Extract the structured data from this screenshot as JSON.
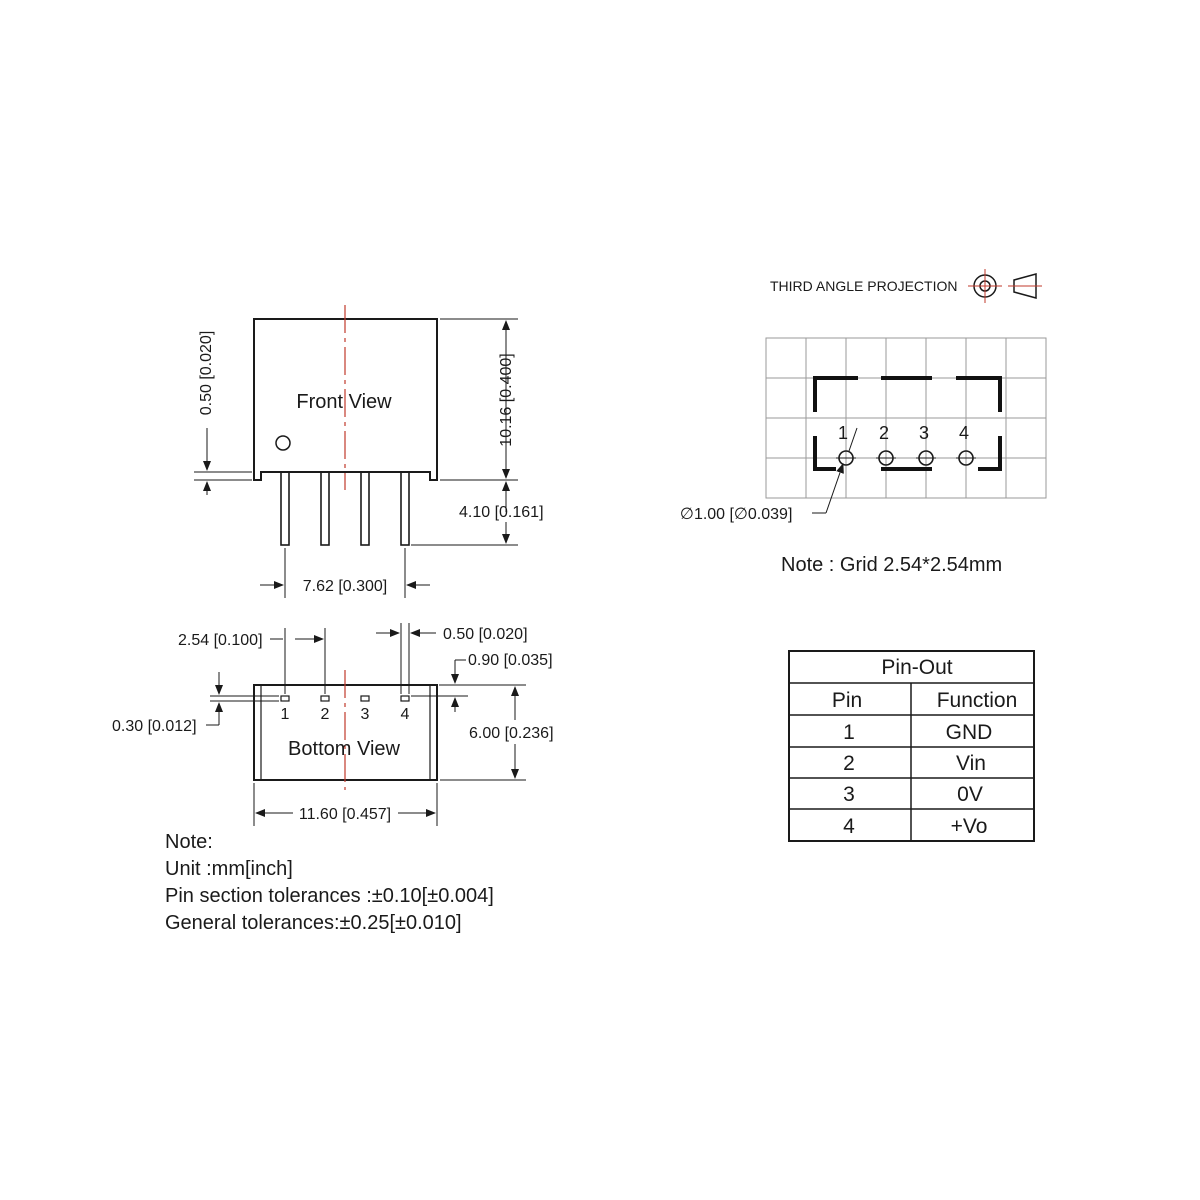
{
  "front_view": {
    "label": "Front View",
    "dim_standoff": "0.50 [0.020]",
    "dim_height": "10.16 [0.400]",
    "dim_pin_length": "4.10 [0.161]",
    "dim_pin_span": "7.62 [0.300]"
  },
  "bottom_view": {
    "label": "Bottom View",
    "dim_pitch": "2.54 [0.100]",
    "dim_pin_width": "0.50 [0.020]",
    "dim_edge_offset": "0.90 [0.035]",
    "dim_pin_thickness": "0.30 [0.012]",
    "dim_depth": "6.00 [0.236]",
    "dim_length": "11.60 [0.457]",
    "pin_labels": [
      "1",
      "2",
      "3",
      "4"
    ]
  },
  "notes": {
    "title": "Note:",
    "lines": [
      "Unit :mm[inch]",
      "Pin section tolerances :±0.10[±0.004]",
      "General tolerances:±0.25[±0.010]"
    ]
  },
  "projection": {
    "label": "THIRD ANGLE PROJECTION"
  },
  "footprint": {
    "pin_labels": [
      "1",
      "2",
      "3",
      "4"
    ],
    "hole_dim": "∅1.00 [∅0.039]",
    "grid_note": "Note : Grid 2.54*2.54mm"
  },
  "pinout_table": {
    "title": "Pin-Out",
    "headers": [
      "Pin",
      "Function"
    ],
    "rows": [
      [
        "1",
        "GND"
      ],
      [
        "2",
        "Vin"
      ],
      [
        "3",
        "0V"
      ],
      [
        "4",
        "+Vo"
      ]
    ]
  }
}
